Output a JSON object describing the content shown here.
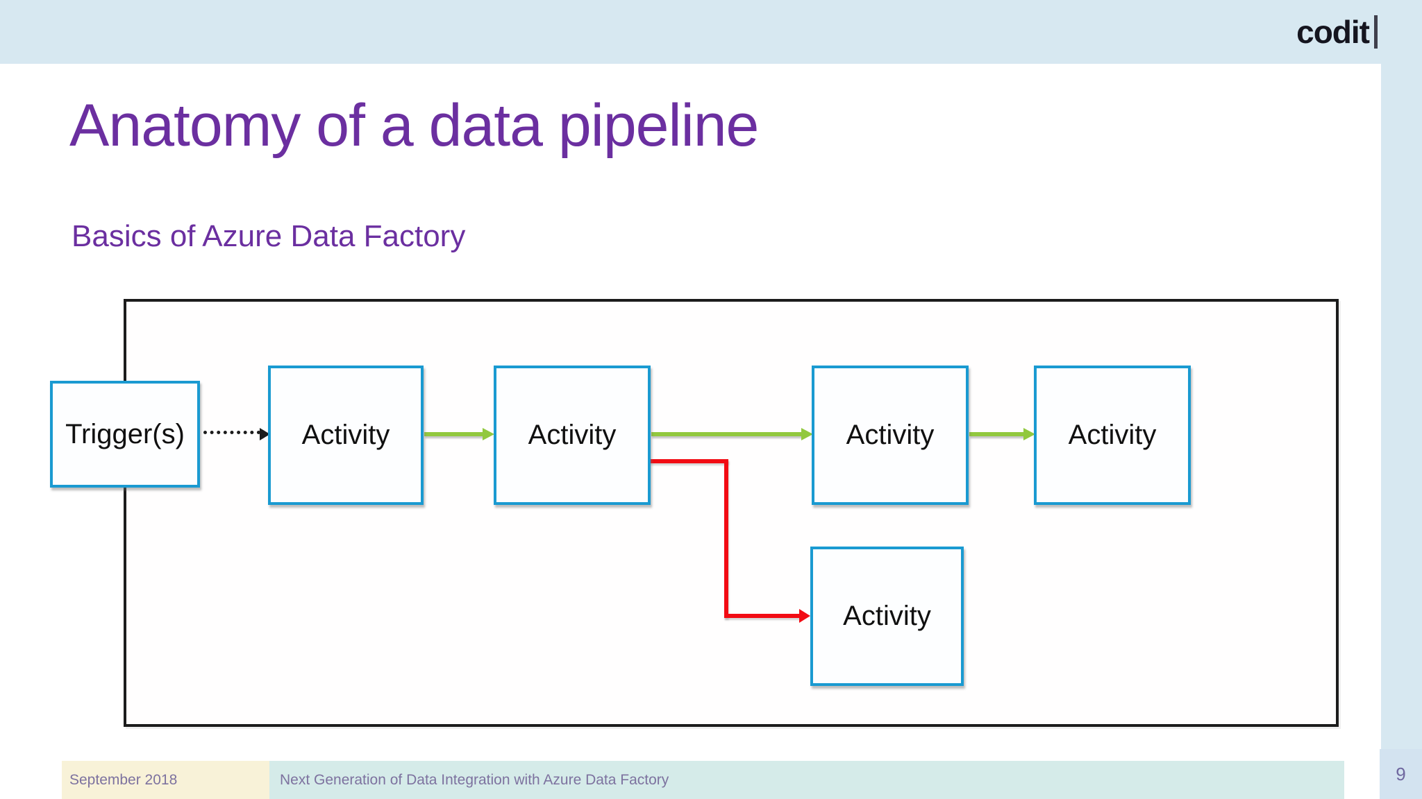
{
  "header": {
    "logo_text": "codit"
  },
  "slide": {
    "title": "Anatomy of a data pipeline",
    "subtitle": "Basics of Azure Data Factory"
  },
  "diagram": {
    "container": "pipeline boundary box",
    "trigger": {
      "label": "Trigger(s)"
    },
    "activities": [
      {
        "label": "Activity"
      },
      {
        "label": "Activity"
      },
      {
        "label": "Activity"
      },
      {
        "label": "Activity"
      },
      {
        "label": "Activity"
      }
    ],
    "connections": [
      {
        "from": "trigger",
        "to": "activity-1",
        "style": "dotted",
        "color": "#1c1c1c"
      },
      {
        "from": "activity-1",
        "to": "activity-2",
        "style": "solid",
        "color": "#92c83e"
      },
      {
        "from": "activity-2",
        "to": "activity-3",
        "style": "solid",
        "color": "#92c83e"
      },
      {
        "from": "activity-3",
        "to": "activity-4",
        "style": "solid",
        "color": "#92c83e"
      },
      {
        "from": "activity-2",
        "to": "activity-5",
        "style": "elbow",
        "color": "#f20b13"
      }
    ]
  },
  "footer": {
    "date": "September 2018",
    "deck_title": "Next Generation of Data Integration with Azure Data Factory",
    "page_number": "9"
  },
  "colors": {
    "header_bar": "#d7e8f1",
    "title_purple": "#6b2fa0",
    "node_border_blue": "#1a9ad1",
    "container_border": "#1c1c1c",
    "arrow_green": "#92c83e",
    "arrow_red": "#f20b13",
    "footer_cream": "#f8f2d8",
    "footer_teal": "#d5ebe9",
    "page_block_blue": "#d3e3f0",
    "footer_text": "#7d729f"
  }
}
